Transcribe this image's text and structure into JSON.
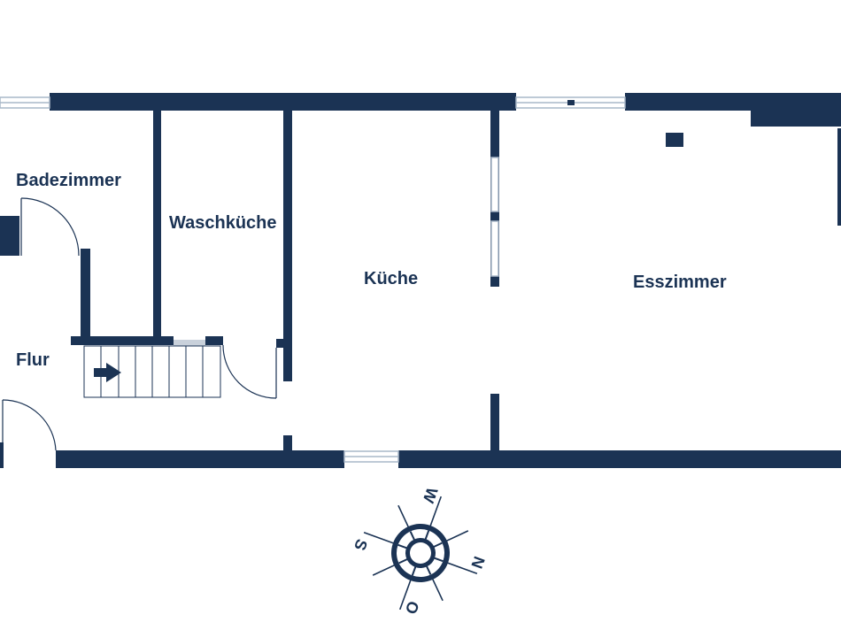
{
  "rooms": {
    "badezimmer": "Badezimmer",
    "waschkueche": "Waschküche",
    "kueche": "Küche",
    "esszimmer": "Esszimmer",
    "flur": "Flur"
  },
  "compass": {
    "north": "N",
    "south": "S",
    "east": "O",
    "west": "W"
  },
  "colors": {
    "wall": "#1b3354",
    "window": "#a9b8c8",
    "background": "#ffffff"
  }
}
